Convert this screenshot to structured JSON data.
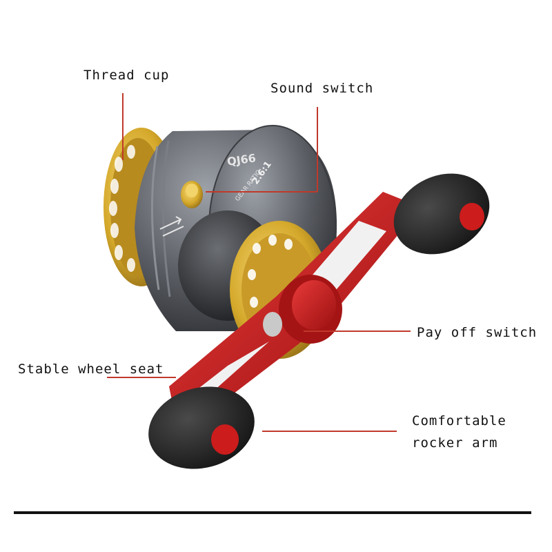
{
  "labels": {
    "thread_cup": "Thread cup",
    "sound_switch": "Sound switch",
    "pay_off_switch": "Pay off switch",
    "stable_wheel_seat": "Stable wheel seat",
    "comfortable_rocker_arm_line1": "Comfortable",
    "comfortable_rocker_arm_line2": "rocker arm"
  },
  "reel_markings": {
    "model": "QJ66",
    "gear_ratio_label": "GEAR RATIO",
    "gear_ratio_value": "2.6:1"
  },
  "colors": {
    "leader_line": "#c0392b",
    "handle_red": "#cc1c1c",
    "knob_black": "#2a2a2a",
    "spool_gold": "#d4a82a",
    "body_gunmetal": "#5a5d63"
  },
  "icons": [
    "fishing-reel-photo"
  ]
}
